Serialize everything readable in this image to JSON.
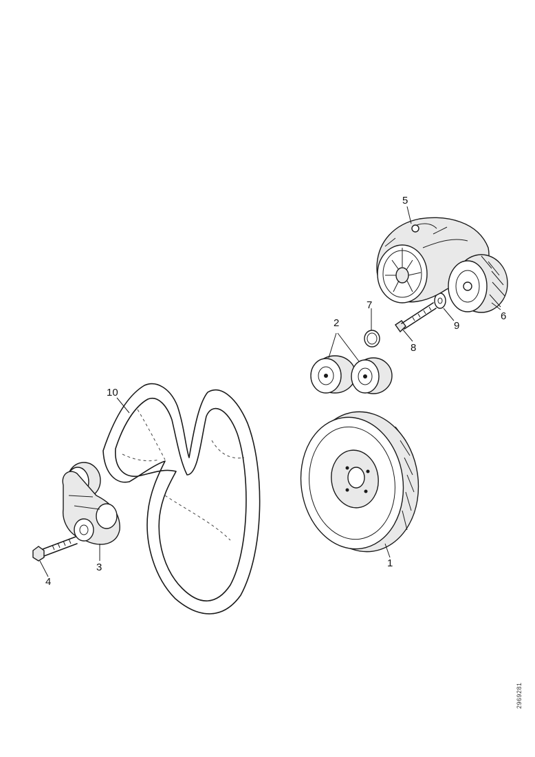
{
  "diagram": {
    "callouts": [
      {
        "id": "1",
        "label": "1"
      },
      {
        "id": "2",
        "label": "2"
      },
      {
        "id": "3",
        "label": "3"
      },
      {
        "id": "4",
        "label": "4"
      },
      {
        "id": "5",
        "label": "5"
      },
      {
        "id": "6",
        "label": "6"
      },
      {
        "id": "7",
        "label": "7"
      },
      {
        "id": "8",
        "label": "8"
      },
      {
        "id": "9",
        "label": "9"
      },
      {
        "id": "10",
        "label": "10"
      }
    ],
    "reference_code": "2969281"
  }
}
